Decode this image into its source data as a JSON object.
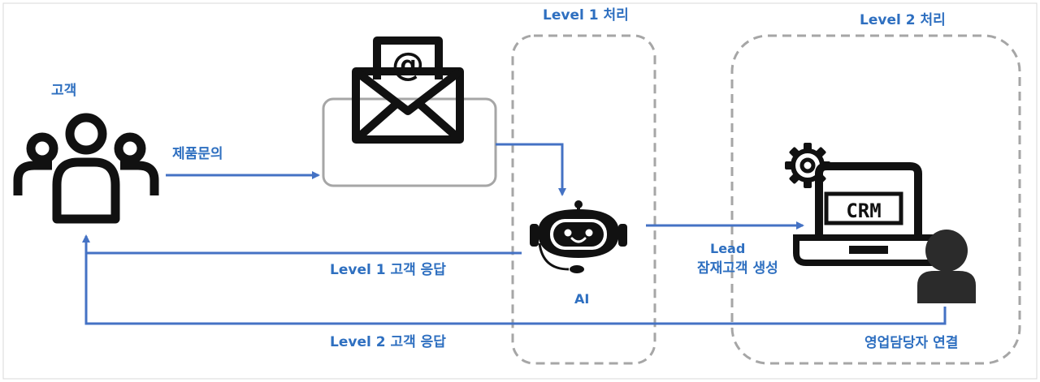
{
  "labels": {
    "level1_zone": "Level 1  처리",
    "level2_zone": "Level 2 처리",
    "customer": "고객",
    "inquiry": "제품문의",
    "ai": "AI",
    "lead": "Lead",
    "lead_sub": "잠재고객 생성",
    "level1_reply": "Level 1 고객 응답",
    "level2_reply": "Level 2 고객 응답",
    "sales_connect": "영업담당자 연결",
    "crm_text": "CRM",
    "email_symbol": "@"
  },
  "colors": {
    "accent": "#2e6fc0",
    "arrow": "#4472c4",
    "icon": "#111111",
    "box_border": "#a6a6a6",
    "dashed": "#a6a6a6"
  }
}
